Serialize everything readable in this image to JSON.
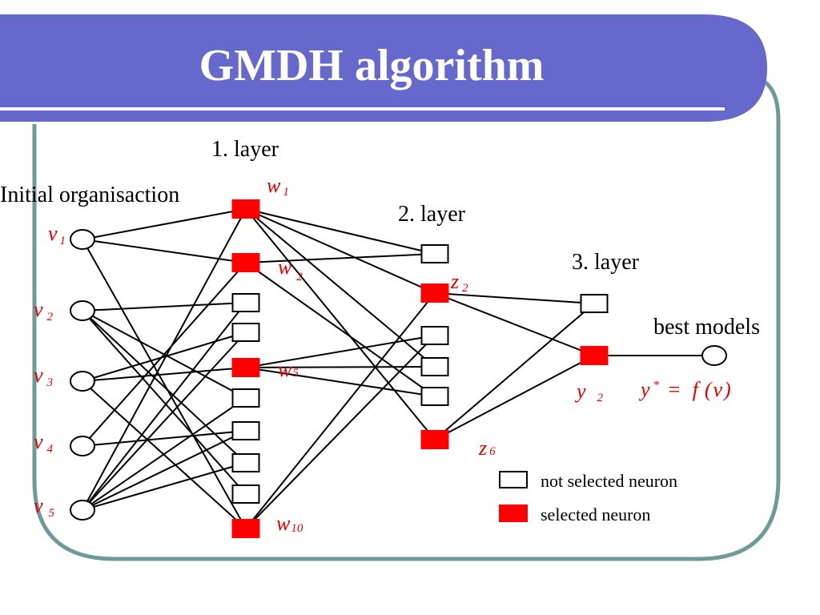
{
  "slide": {
    "title": "GMDH algorithm",
    "colors": {
      "banner": "#6668cc",
      "frame": "#6e9a98",
      "selected": "#ff0000",
      "label": "#e00000"
    }
  },
  "labels": {
    "initial": "Initial organisaction",
    "layer1": "1. layer",
    "layer2": "2. layer",
    "layer3": "3. layer",
    "best": "best models"
  },
  "inputs": [
    {
      "sym": "v",
      "sub": "1"
    },
    {
      "sym": "v",
      "sub": "2"
    },
    {
      "sym": "v",
      "sub": "3"
    },
    {
      "sym": "v",
      "sub": "4"
    },
    {
      "sym": "v",
      "sub": "5"
    }
  ],
  "neuron_labels": {
    "w1": {
      "sym": "w",
      "sub": "1"
    },
    "w2": {
      "sym": "w",
      "sub": "2"
    },
    "w5": {
      "sym": "w",
      "sub": "5"
    },
    "w10": {
      "sym": "w",
      "sub": "10"
    },
    "z2": {
      "sym": "z",
      "sub": "2"
    },
    "z6": {
      "sym": "z",
      "sub": "6"
    },
    "y2": {
      "sym": "y",
      "sub": "2"
    }
  },
  "formula": {
    "y": "y",
    "star": "*",
    "eq": "=",
    "f": "f",
    "open": "(",
    "v": "v",
    "close": ")"
  },
  "legend": {
    "not_selected": "not selected neuron",
    "selected": "selected neuron"
  }
}
